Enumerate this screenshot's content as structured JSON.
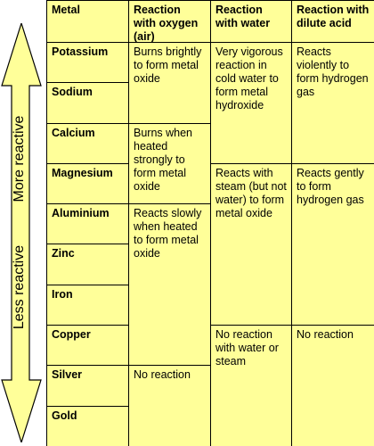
{
  "side": {
    "more_reactive": "More reactive",
    "less_reactive": "Less reactive"
  },
  "headers": {
    "metal": "Metal",
    "oxygen": "Reaction with oxygen (air)",
    "water": "Reaction with water",
    "acid": "Reaction with dilute acid"
  },
  "metals": [
    "Potassium",
    "Sodium",
    "Calcium",
    "Magnesium",
    "Aluminium",
    "Zinc",
    "Iron",
    "Copper",
    "Silver",
    "Gold"
  ],
  "oxygen": {
    "burns_brightly": "Burns brightly to form metal oxide",
    "burns_heated": "Burns when heated strongly to form metal oxide",
    "reacts_slowly": "Reacts slowly when heated to form metal oxide",
    "no_reaction": "No reaction"
  },
  "water": {
    "vigorous": "Very vigorous reaction in cold water to form metal hydroxide",
    "steam": "Reacts with steam (but not water) to form metal oxide",
    "none": "No reaction with water or steam"
  },
  "acid": {
    "violent": "Reacts violently to form hydrogen gas",
    "gentle": "Reacts gently to form hydrogen gas",
    "none": "No reaction"
  },
  "colors": {
    "cell_bg": "#ffff99",
    "arrow_fill": "#ffff99",
    "border": "#000000"
  }
}
